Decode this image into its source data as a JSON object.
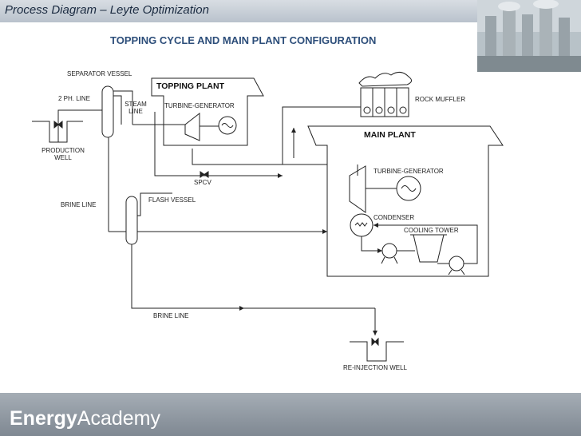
{
  "header": {
    "title": "Process Diagram – Leyte Optimization",
    "subtitle": "TOPPING CYCLE AND MAIN PLANT CONFIGURATION"
  },
  "labels": {
    "separator_vessel": "SEPARATOR VESSEL",
    "two_ph_line": "2 PH. LINE",
    "steam_line_1": "STEAM",
    "steam_line_2": "LINE",
    "topping_plant": "TOPPING PLANT",
    "turbine_generator_topping": "TURBINE-GENERATOR",
    "production_well_1": "PRODUCTION",
    "production_well_2": "WELL",
    "spcv": "SPCV",
    "flash_vessel": "FLASH VESSEL",
    "brine_line_left": "BRINE LINE",
    "brine_line_bottom": "BRINE LINE",
    "rock_muffler": "ROCK MUFFLER",
    "main_plant": "MAIN PLANT",
    "turbine_generator_main": "TURBINE-GENERATOR",
    "condenser": "CONDENSER",
    "cooling_tower": "COOLING TOWER",
    "reinjection_well": "RE-INJECTION WELL"
  },
  "footer": {
    "logo_bold": "Energy",
    "logo_light": "Academy"
  }
}
